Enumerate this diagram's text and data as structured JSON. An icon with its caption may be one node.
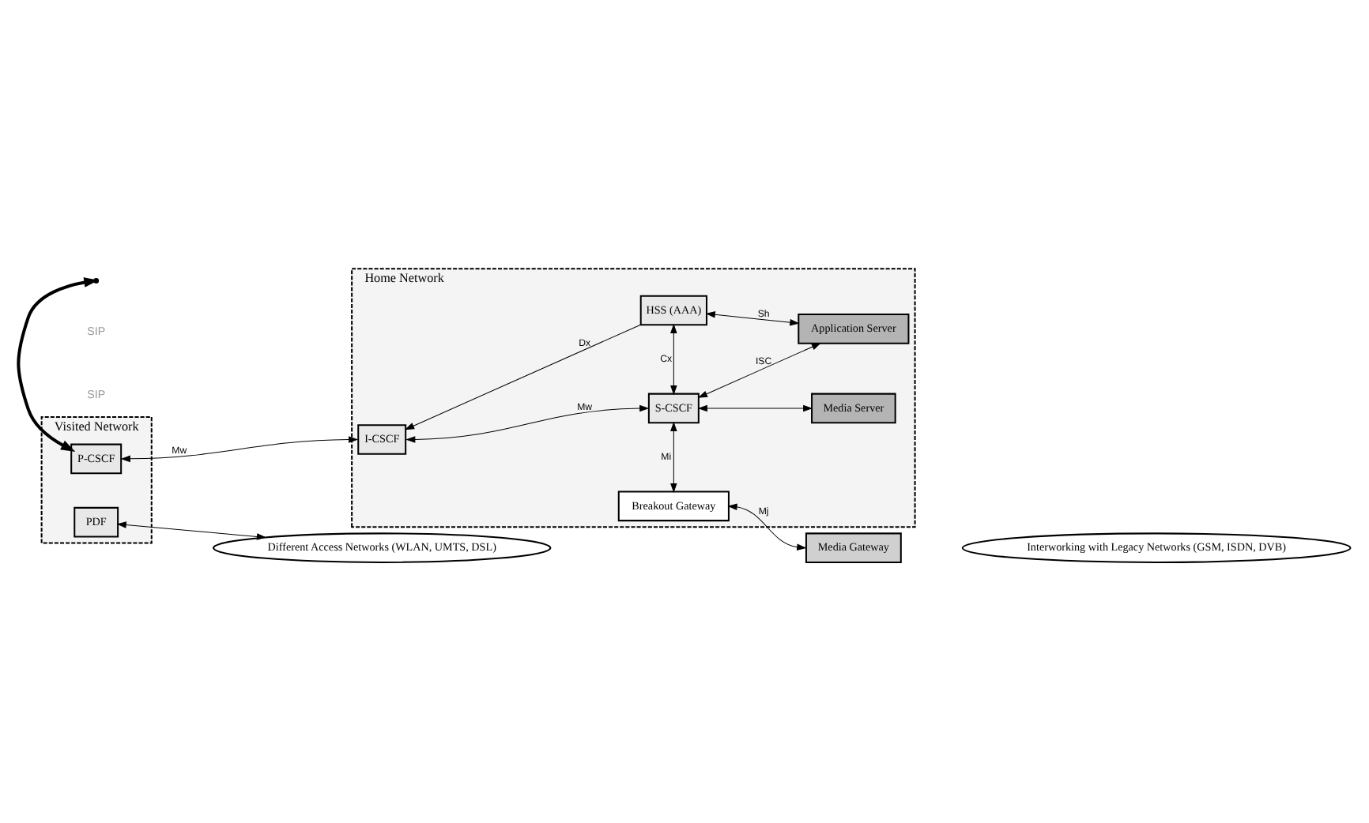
{
  "diagram": {
    "nodes": [
      {
        "text": [
          "Visited Network"
        ]
      },
      {
        "text": [
          "Home Network"
        ]
      },
      {
        "text": [
          "P-CSCF"
        ],
        "in": 0
      },
      {
        "text": [
          "PDF"
        ],
        "in": 0
      },
      {
        "text": [
          "I-CSCF"
        ],
        "in": 1
      },
      {
        "text": [
          "HSS (AAA)"
        ],
        "in": 1
      },
      {
        "text": [
          "S-CSCF"
        ],
        "in": 1
      },
      {
        "text": [
          "Application Server"
        ],
        "in": 1
      },
      {
        "text": [
          "Media Server"
        ],
        "in": 1
      },
      {
        "text": [
          "Breakout Gateway"
        ],
        "in": 1
      },
      {
        "text": [
          "Media Gateway"
        ]
      },
      {
        "text": [
          "Different Access Networks (WLAN, UMTS, DSL)"
        ]
      },
      {
        "text": [
          "Interworking with Legacy Networks (GSM, ISDN, DVB)"
        ]
      }
    ],
    "edges": [
      {
        "from": 2,
        "to": 4,
        "arrow": "both",
        "label": "Mw"
      },
      {
        "from": 4,
        "to": 6,
        "arrow": "both",
        "label": "Mw"
      },
      {
        "from": 5,
        "to": 4,
        "arrow": "to",
        "label": "Dx"
      },
      {
        "from": 5,
        "to": 6,
        "arrow": "both",
        "label": "Cx"
      },
      {
        "from": 5,
        "to": 7,
        "arrow": "both",
        "label": "Sh"
      },
      {
        "from": 6,
        "to": 7,
        "arrow": "both",
        "label": "ISC"
      },
      {
        "from": 6,
        "to": 8,
        "arrow": "both"
      },
      {
        "from": 6,
        "to": 9,
        "arrow": "both",
        "label": "Mi"
      },
      {
        "from": 9,
        "to": 10,
        "arrow": "both",
        "label": "Mj"
      },
      {
        "from": 3,
        "to": 11,
        "arrow": "both"
      },
      {
        "from": 2,
        "to": null,
        "arrow": "both",
        "style": "thick"
      }
    ],
    "labels": [
      "SIP",
      "SIP"
    ]
  }
}
